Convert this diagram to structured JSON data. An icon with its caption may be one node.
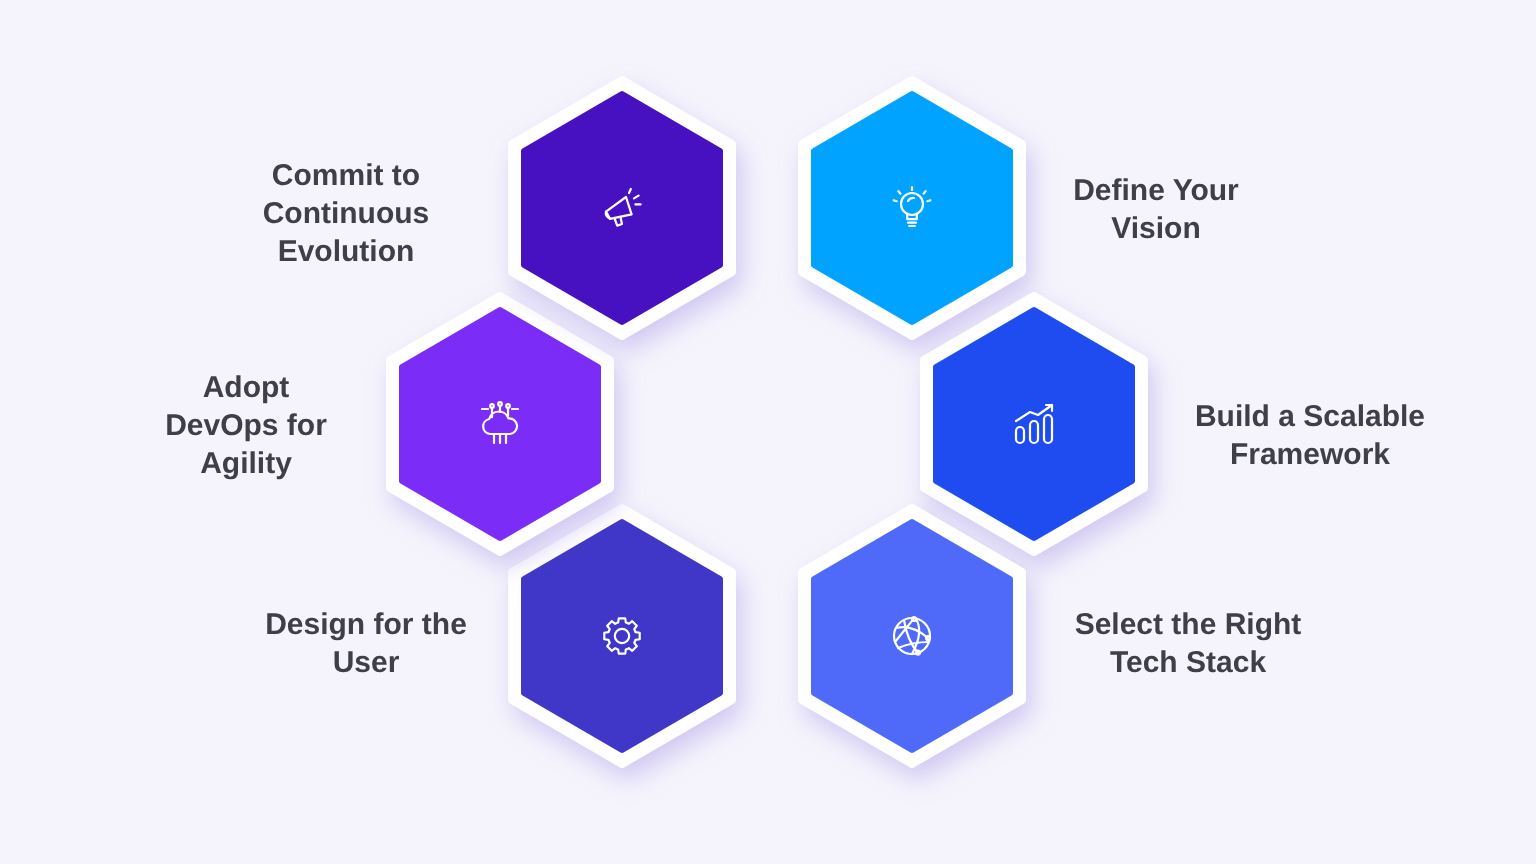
{
  "diagram": {
    "nodes": [
      {
        "text": [
          "Define Your Vision"
        ]
      },
      {
        "text": [
          "Build a Scalable Framework"
        ]
      },
      {
        "text": [
          "Select the Right Tech Stack"
        ]
      },
      {
        "text": [
          "Design for the User"
        ]
      },
      {
        "text": [
          "Adopt DevOps for Agility"
        ]
      },
      {
        "text": [
          "Commit to Continuous Evolution"
        ]
      }
    ]
  }
}
